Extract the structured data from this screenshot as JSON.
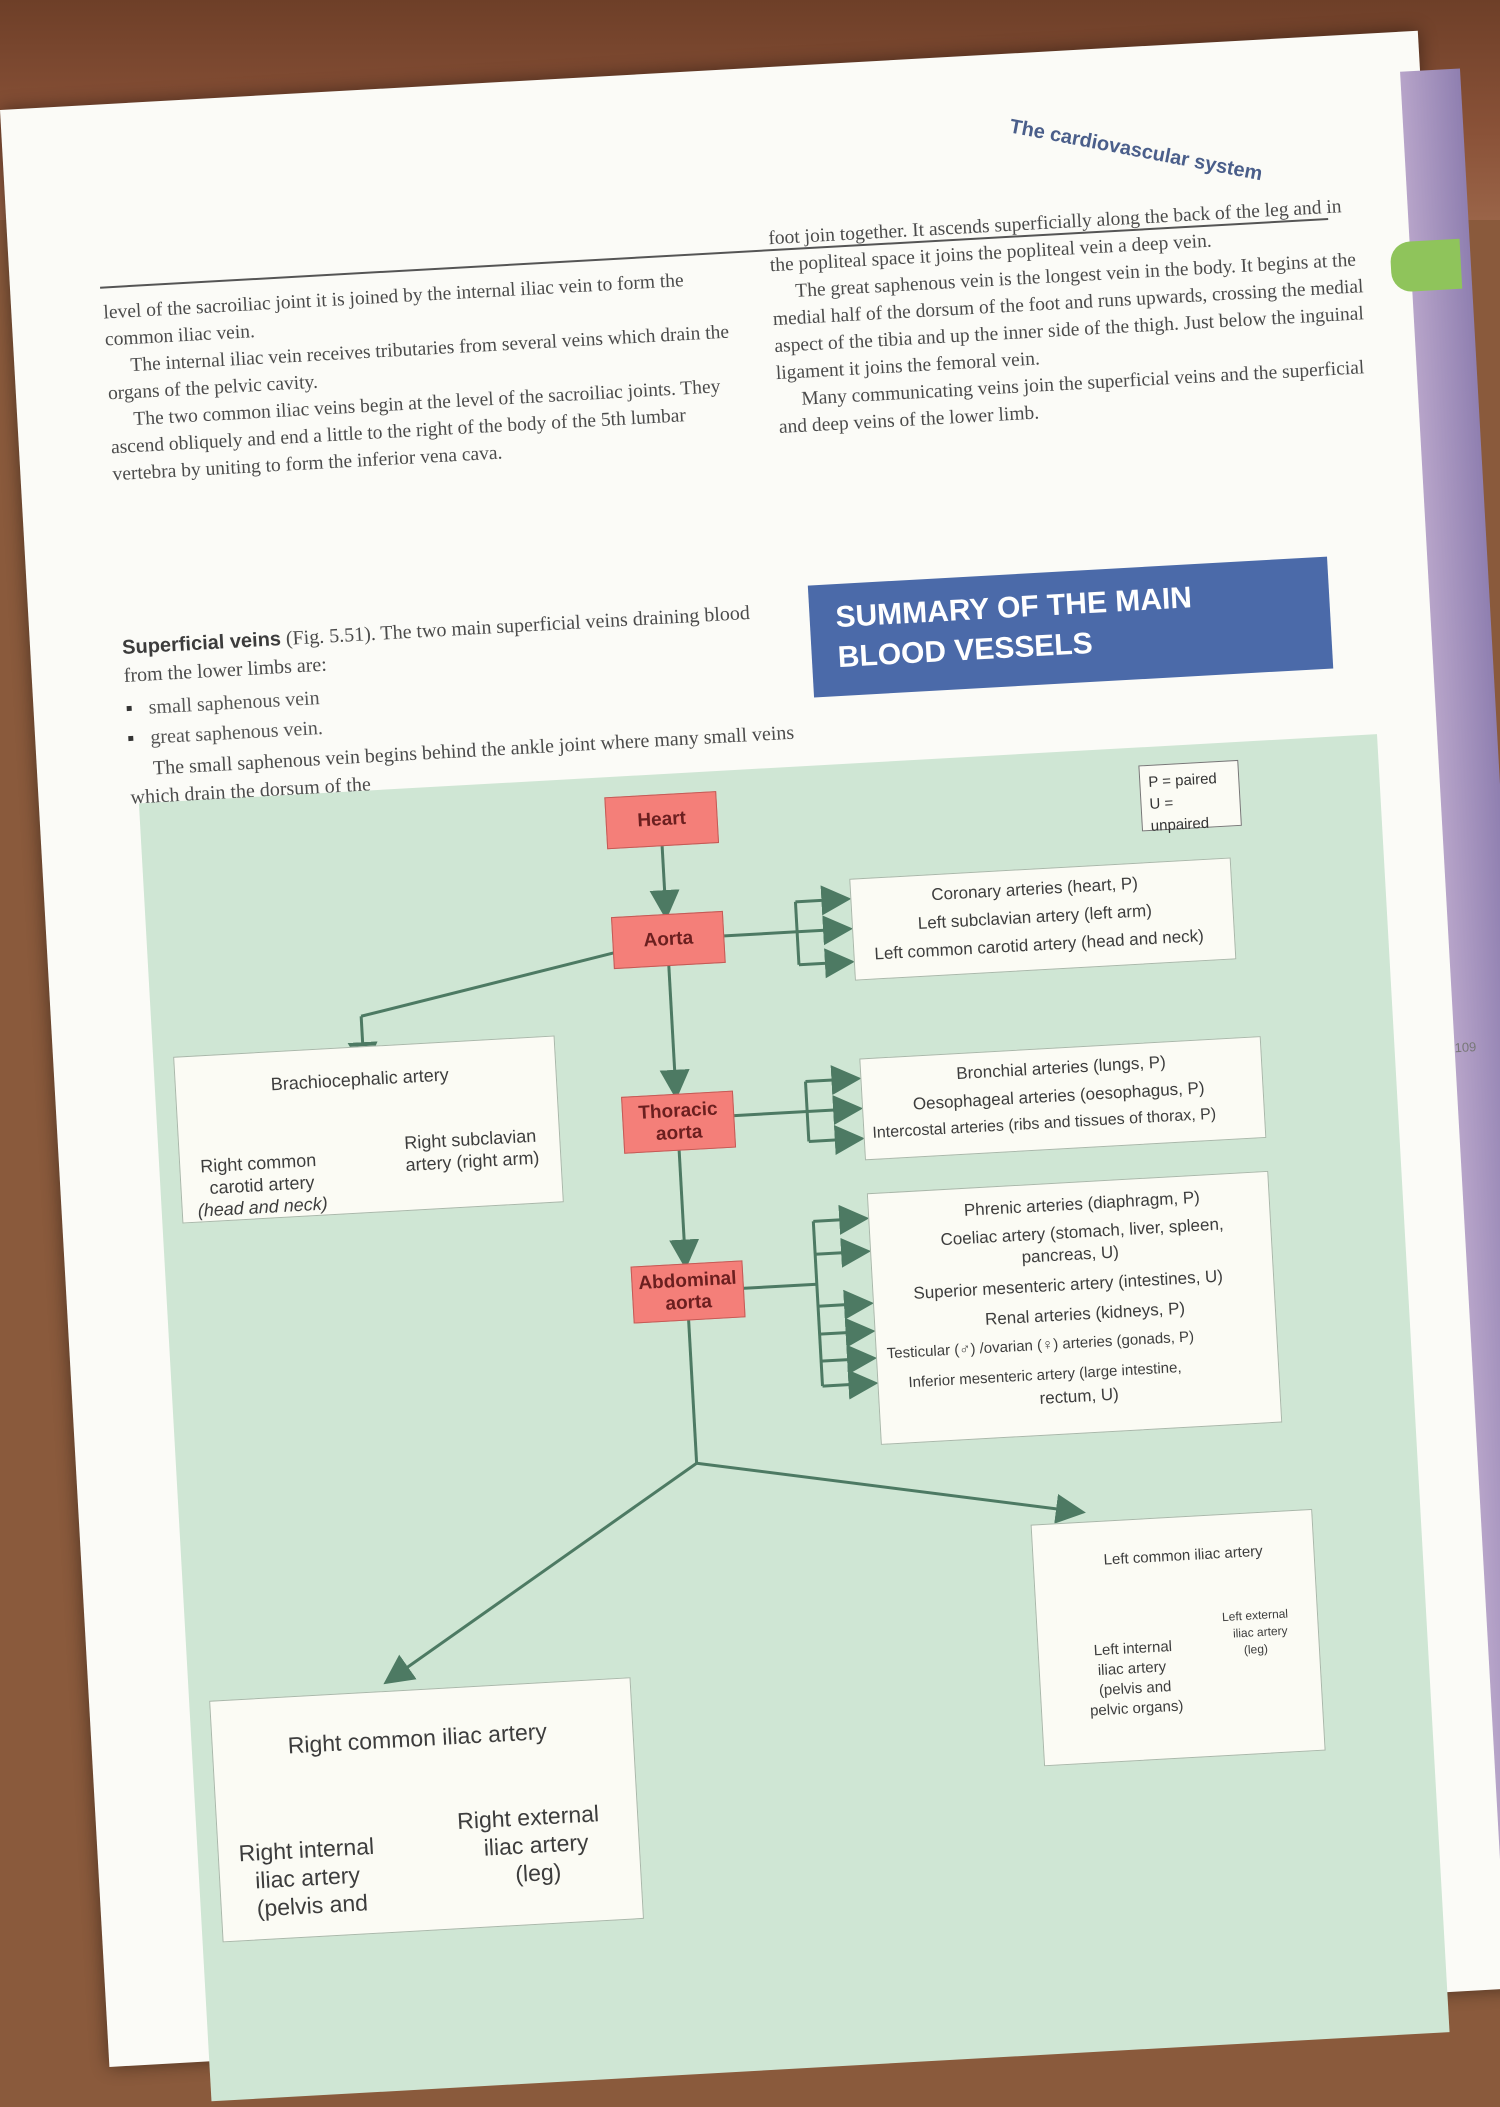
{
  "running_head": "The cardiovascular system",
  "left_column": [
    {
      "text": "level of the sacroiliac joint it is joined by the internal iliac vein to form the common iliac vein."
    },
    {
      "text": "The internal iliac vein receives tributaries from several veins which drain the organs of the pelvic cavity."
    },
    {
      "text": "The two common iliac veins begin at the level of the sacroiliac joints. They ascend obliquely and end a little to the right of the body of the 5th lumbar vertebra by uniting to form the inferior vena cava."
    }
  ],
  "right_column": [
    {
      "text": "foot join together. It ascends superficially along the back of the leg and in the popliteal space it joins the popliteal vein a deep vein."
    },
    {
      "text": "The great saphenous vein is the longest vein in the body. It begins at the medial half of the dorsum of the foot and runs upwards, crossing the medial aspect of the tibia and up the inner side of the thigh. Just below the inguinal ligament it joins the femoral vein."
    },
    {
      "text": "Many communicating veins join the superficial veins and the superficial and deep veins of the lower limb."
    }
  ],
  "superficial": {
    "heading": "Superficial veins",
    "text": "(Fig. 5.51). The two main superficial veins draining blood from the lower limbs are:",
    "bullets": [
      "small saphenous vein",
      "great saphenous vein."
    ],
    "para": "The small saphenous vein begins behind the ankle joint where many small veins which drain the dorsum of the"
  },
  "banner": {
    "line1": "SUMMARY OF THE MAIN",
    "line2": "BLOOD VESSELS"
  },
  "legend": {
    "line1": "P = paired",
    "line2": "U = unpaired"
  },
  "page_number": "109",
  "diagram": {
    "main": {
      "heart": "Heart",
      "aorta": "Aorta",
      "thoracic": "Thoracic aorta",
      "abdominal": "Abdominal aorta"
    },
    "aorta_branches": [
      "Coronary arteries (heart, P)",
      "Left subclavian artery (left arm)",
      "Left common carotid artery (head and neck)"
    ],
    "brachiocephalic": {
      "title": "Brachiocephalic artery",
      "left": [
        "Right common",
        "carotid artery",
        "(head and neck)"
      ],
      "right": [
        "Right subclavian",
        "artery (right arm)"
      ]
    },
    "thoracic_branches": [
      "Bronchial arteries (lungs, P)",
      "Oesophageal arteries (oesophagus, P)",
      "Intercostal arteries (ribs and tissues of thorax, P)"
    ],
    "abdominal_branches": [
      "Phrenic arteries (diaphragm, P)",
      "Coeliac artery (stomach, liver, spleen,",
      "pancreas, U)",
      "Superior mesenteric artery (intestines, U)",
      "Renal arteries (kidneys, P)",
      "Testicular (♂) /ovarian (♀) arteries (gonads, P)",
      "Inferior mesenteric artery (large intestine,",
      "rectum, U)"
    ],
    "right_iliac": {
      "title": "Right common iliac artery",
      "left": [
        "Right internal",
        "iliac artery",
        "(pelvis and"
      ],
      "right": [
        "Right external",
        "iliac artery",
        "(leg)"
      ]
    },
    "left_iliac": {
      "title": "Left common iliac artery",
      "left": [
        "Left internal",
        "iliac artery",
        "(pelvis and",
        "pelvic organs)"
      ],
      "right": [
        "Left external",
        "iliac artery",
        "(leg)"
      ]
    }
  }
}
